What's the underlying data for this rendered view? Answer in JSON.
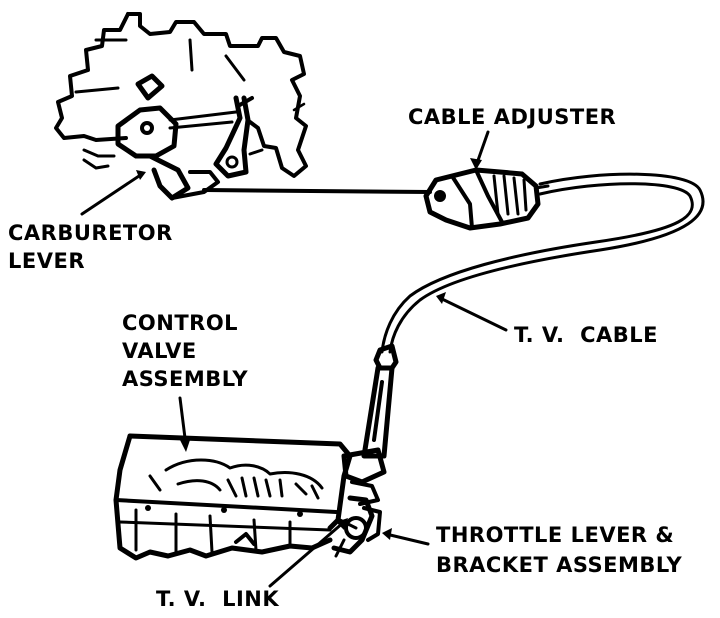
{
  "labels": {
    "cable_adjuster": "CABLE ADJUSTER",
    "carburetor_line1": "CARBURETOR",
    "carburetor_line2": "LEVER",
    "control_line1": "CONTROL",
    "control_line2": "VALVE",
    "control_line3": "ASSEMBLY",
    "tv_cable": "T. V.  CABLE",
    "throttle_line1": "THROTTLE LEVER &",
    "throttle_line2": "BRACKET ASSEMBLY",
    "tv_link": "T. V.  LINK"
  },
  "colors": {
    "ink": "#000000",
    "paper": "#ffffff"
  }
}
